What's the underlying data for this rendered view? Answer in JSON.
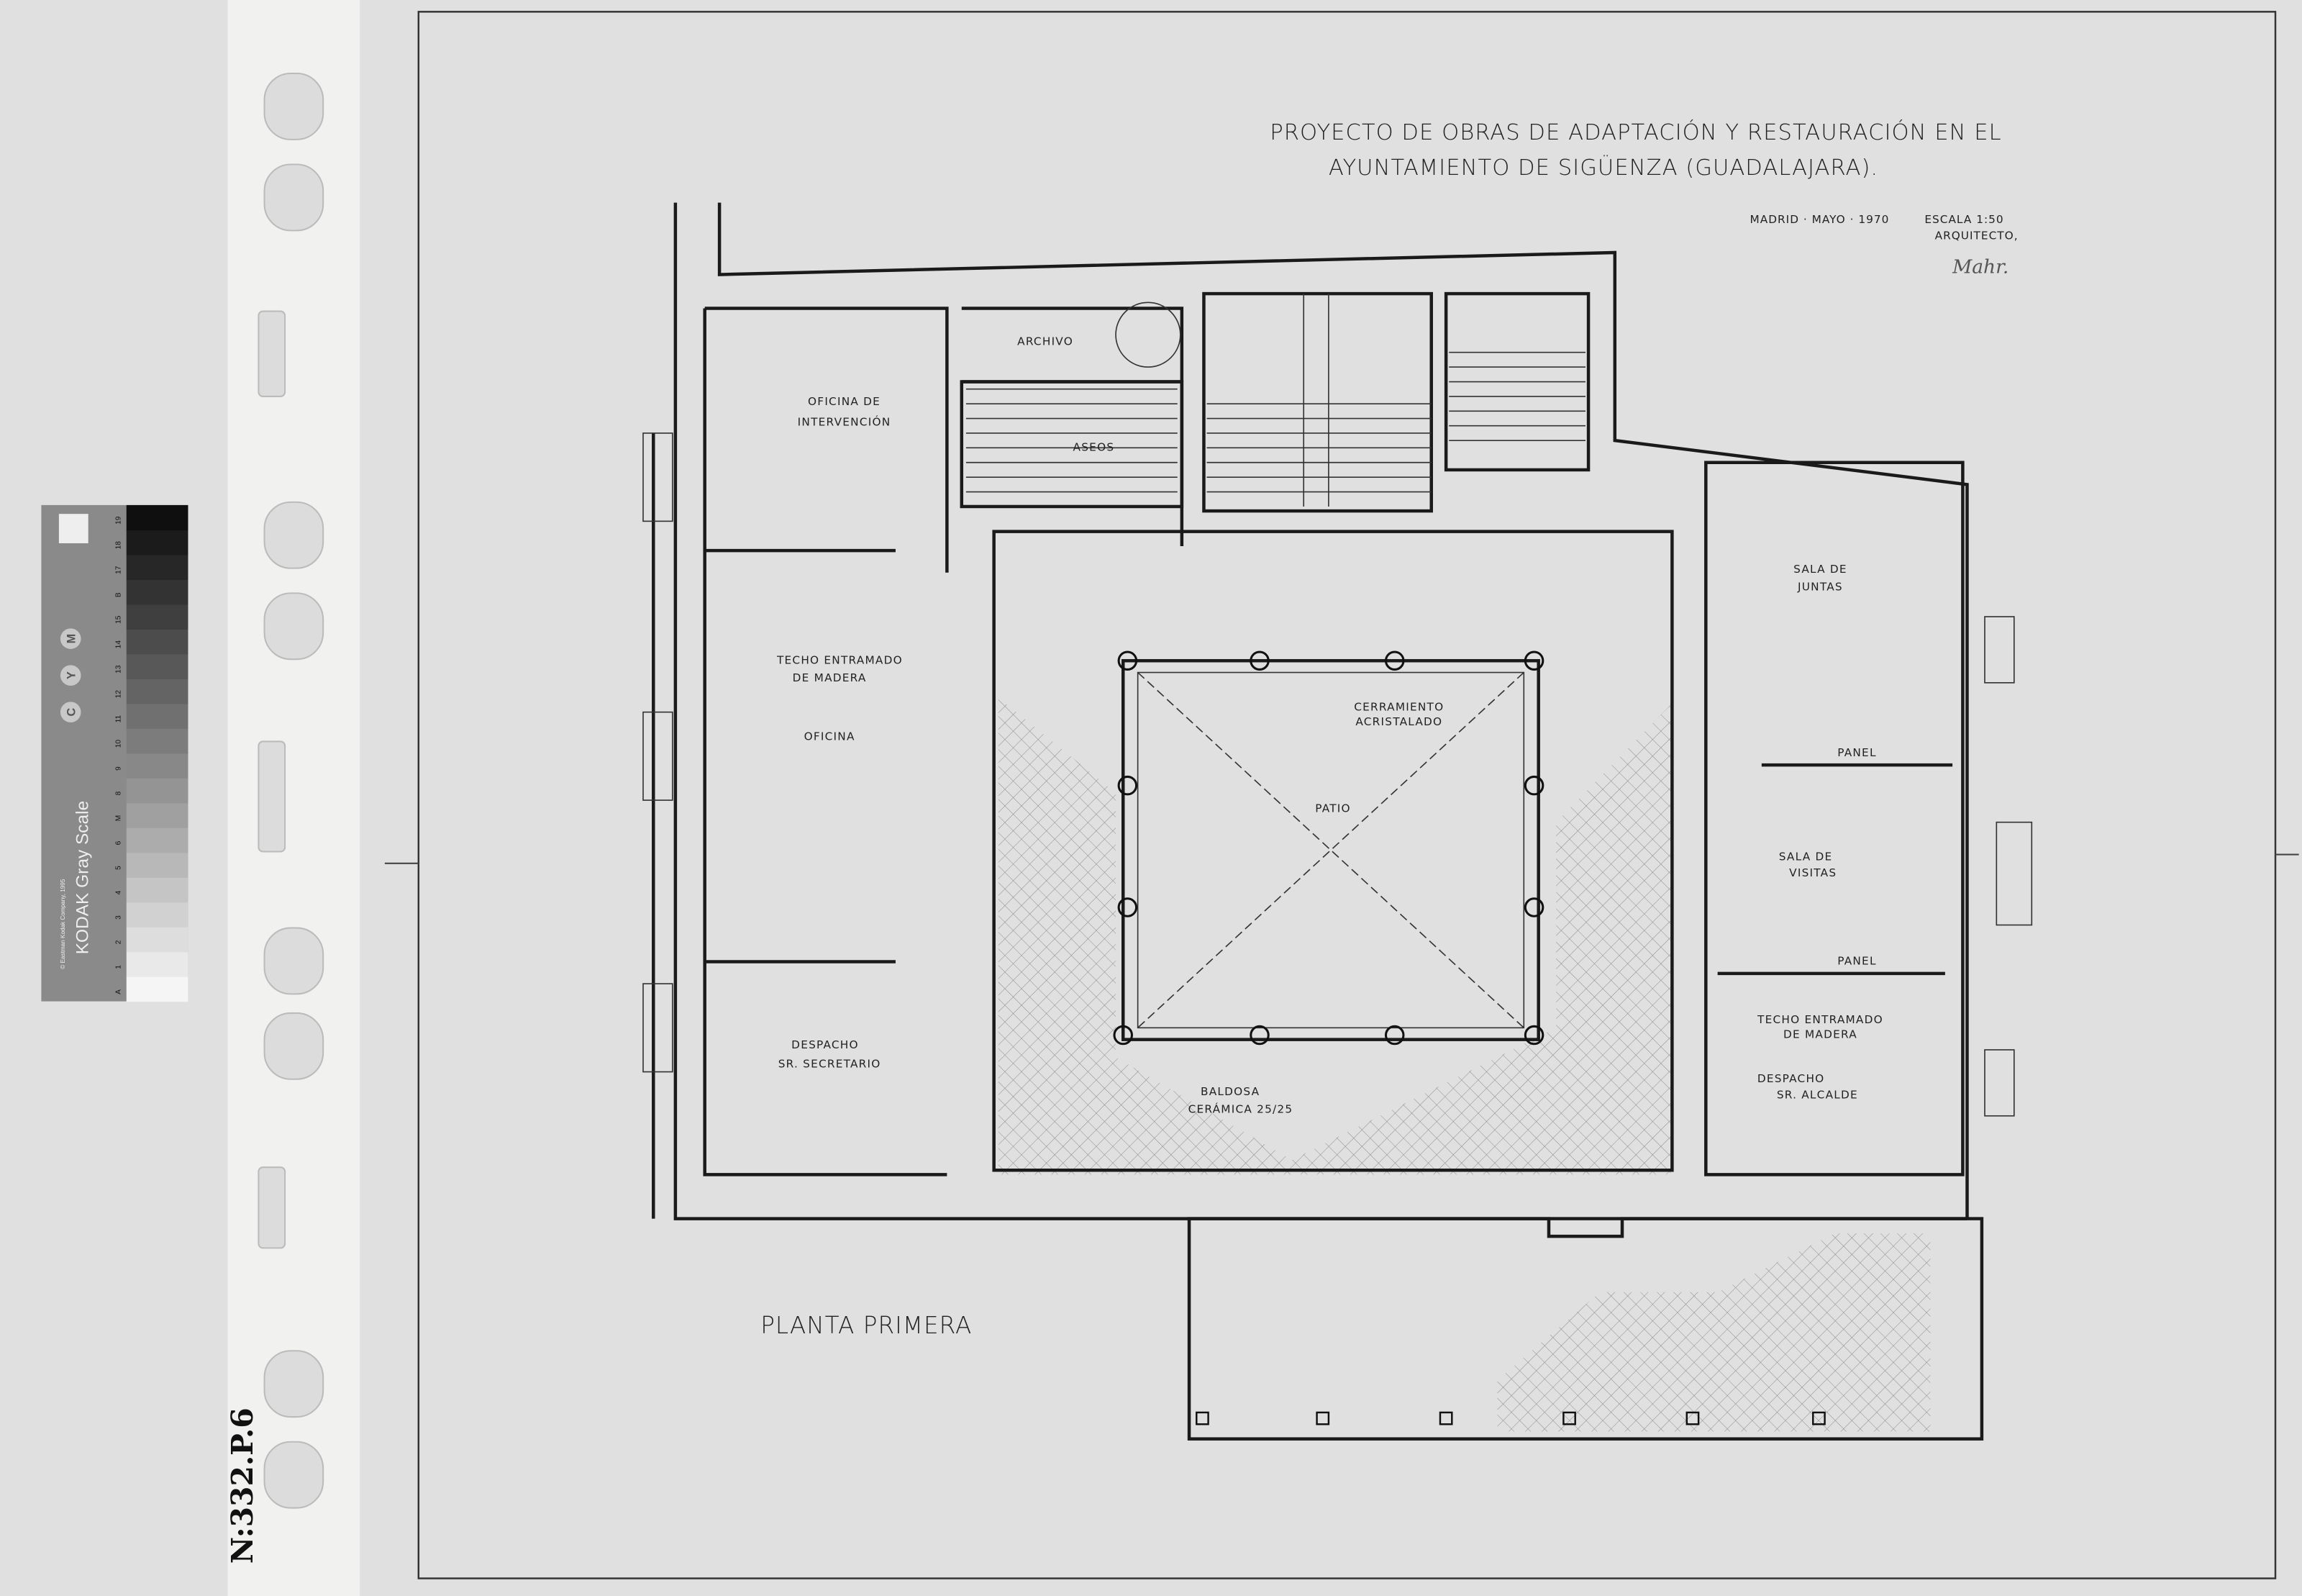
{
  "title": {
    "line1": "PROYECTO DE OBRAS DE ADAPTACIÓN Y RESTAURACIÓN EN EL",
    "line2": "AYUNTAMIENTO DE SIGÜENZA (GUADALAJARA)."
  },
  "meta": {
    "place_date": "MADRID · MAYO · 1970",
    "scale": "ESCALA 1:50",
    "architect_label": "ARQUITECTO,",
    "signature": "Mahr."
  },
  "plan_title": "PLANTA PRIMERA",
  "archive_number": "N:332.P.6",
  "rooms": {
    "oficina_intervencion": [
      "OFICINA DE",
      "INTERVENCIÓN"
    ],
    "archivo": "ARCHIVO",
    "aseos": "ASEOS",
    "techo_oficina": [
      "TECHO ENTRAMADO",
      "DE MADERA"
    ],
    "oficina": "OFICINA",
    "despacho_secretario": [
      "DESPACHO",
      "SR. SECRETARIO"
    ],
    "cerramiento": [
      "CERRAMIENTO",
      "ACRISTALADO"
    ],
    "patio": "PATIO",
    "baldosa": [
      "BALDOSA",
      "CERÁMICA 25/25"
    ],
    "sala_juntas": [
      "SALA DE",
      "JUNTAS"
    ],
    "panel_1": "PANEL",
    "sala_visitas": [
      "SALA DE",
      "VISITAS"
    ],
    "panel_2": "PANEL",
    "techo_alcalde": [
      "TECHO ENTRAMADO",
      "DE MADERA"
    ],
    "despacho_alcalde": [
      "DESPACHO",
      "SR. ALCALDE"
    ]
  },
  "gray_scale": {
    "brand": "KODAK Gray Scale",
    "copyright": "© Eastman Kodak Company, 1995",
    "patch_labels": [
      "A",
      "1",
      "2",
      "3",
      "4",
      "5",
      "6",
      "M",
      "8",
      "9",
      "10",
      "11",
      "12",
      "13",
      "14",
      "15",
      "B",
      "17",
      "18",
      "19"
    ],
    "color_dots": [
      "C",
      "Y",
      "M"
    ]
  }
}
